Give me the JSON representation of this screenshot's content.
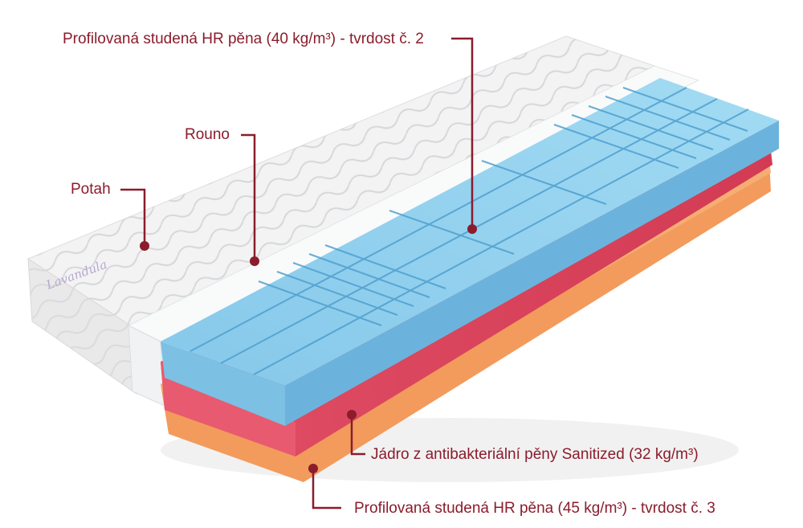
{
  "labels": {
    "top_foam": "Profilovaná studená HR pěna (40 kg/m³) - tvrdost č. 2",
    "fleece": "Rouno",
    "cover": "Potah",
    "core": "Jádro z antibakteriální pěny Sanitized (32 kg/m³)",
    "bottom_foam": "Profilovaná studená HR pěna (45 kg/m³) - tvrdost č. 3"
  },
  "cover_brand": "Lavandula",
  "colors": {
    "label": "#8b1c2c",
    "top_foam": "#8fd0ee",
    "core": "#e24e66",
    "bottom_foam": "#f39a5a",
    "fleece": "#f7f8f8",
    "cover": "#eeeeef"
  }
}
